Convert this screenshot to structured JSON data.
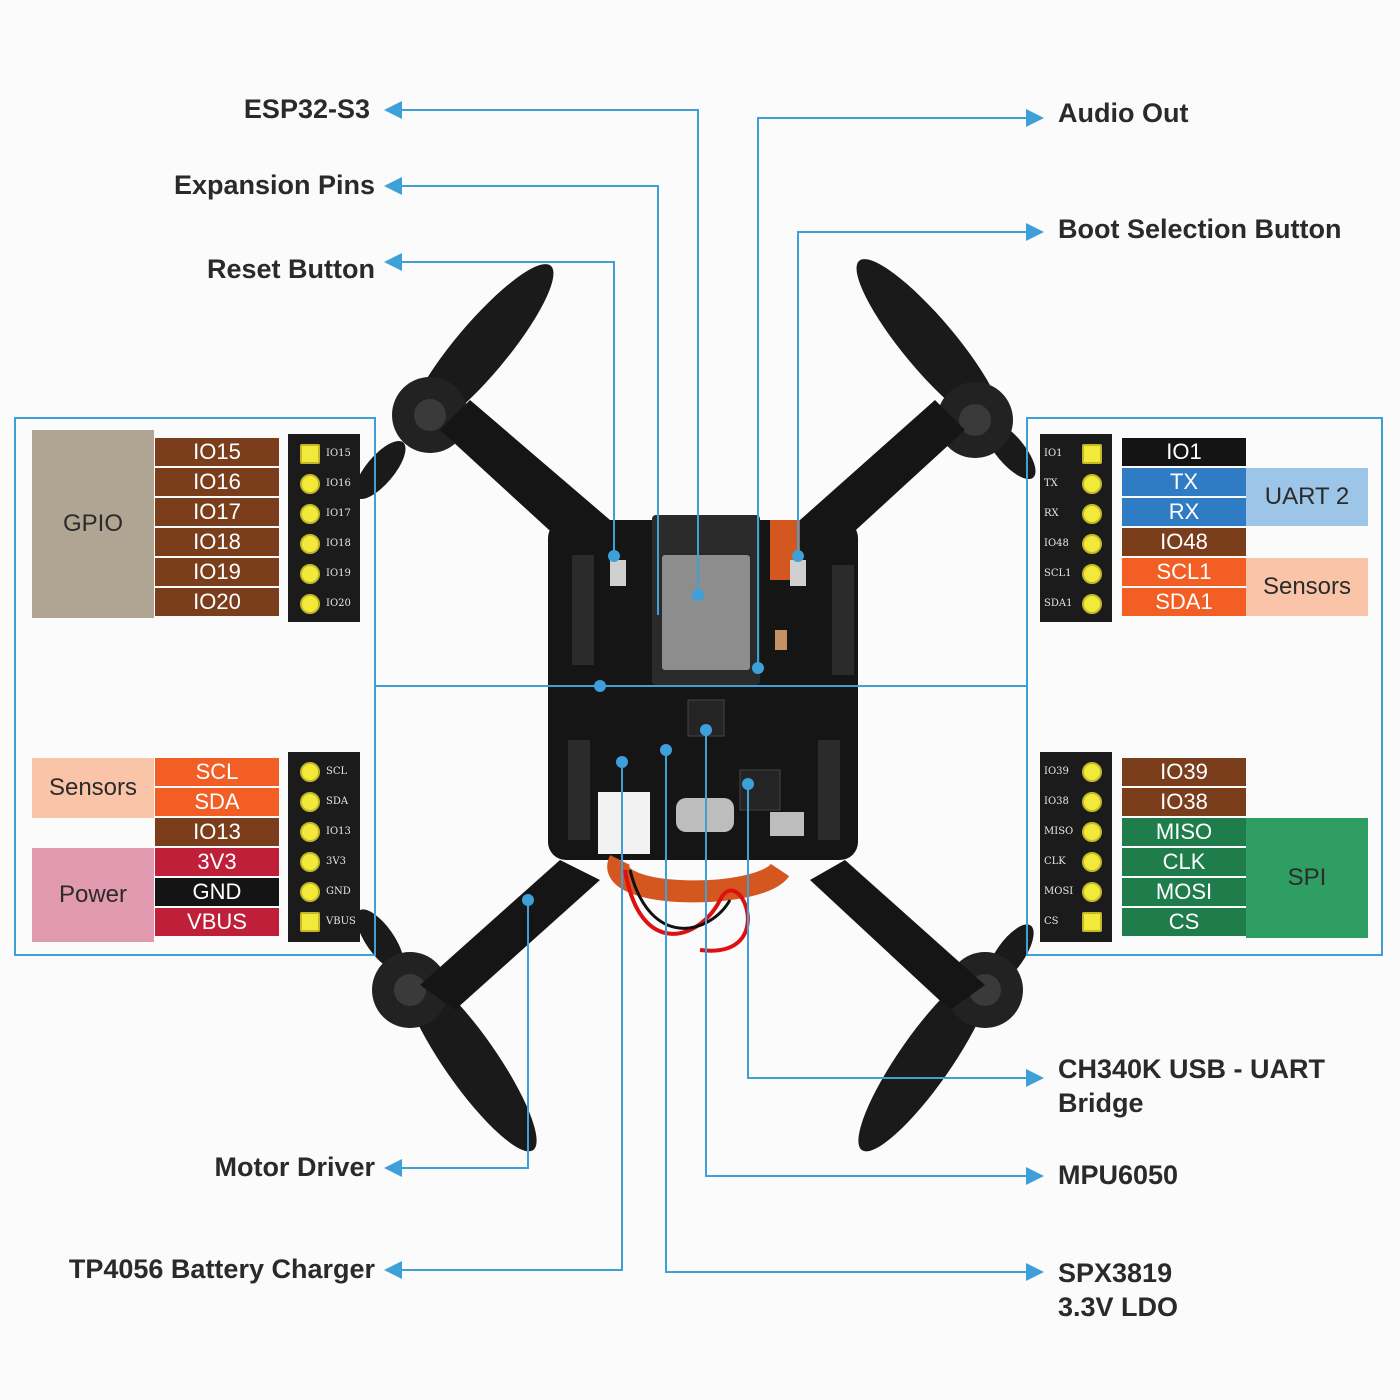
{
  "callouts": {
    "esp32": "ESP32-S3",
    "expansion": "Expansion Pins",
    "reset": "Reset Button",
    "motor_driver": "Motor Driver",
    "tp4056": "TP4056 Battery Charger",
    "audio_out": "Audio Out",
    "boot": "Boot Selection Button",
    "ch340k_l1": "CH340K USB - UART",
    "ch340k_l2": "Bridge",
    "mpu6050": "MPU6050",
    "spx3819_l1": "SPX3819",
    "spx3819_l2": "3.3V LDO"
  },
  "top_left": {
    "group": "GPIO",
    "pins": [
      "IO15",
      "IO16",
      "IO17",
      "IO18",
      "IO19",
      "IO20"
    ],
    "silk": [
      "IO15",
      "IO16",
      "IO17",
      "IO18",
      "IO19",
      "IO20"
    ]
  },
  "bottom_left": {
    "sensors_group": "Sensors",
    "power_group": "Power",
    "pins": [
      "SCL",
      "SDA",
      "IO13",
      "3V3",
      "GND",
      "VBUS"
    ],
    "silk": [
      "SCL",
      "SDA",
      "IO13",
      "3V3",
      "GND",
      "VBUS"
    ]
  },
  "top_right": {
    "uart_group": "UART 2",
    "sensors_group": "Sensors",
    "pins": [
      "IO1",
      "TX",
      "RX",
      "IO48",
      "SCL1",
      "SDA1"
    ],
    "silk": [
      "IO1",
      "TX",
      "RX",
      "IO48",
      "SCL1",
      "SDA1"
    ]
  },
  "bottom_right": {
    "spi_group": "SPI",
    "pins": [
      "IO39",
      "IO38",
      "MISO",
      "CLK",
      "MOSI",
      "CS"
    ],
    "silk": [
      "IO39",
      "IO38",
      "MISO",
      "CLK",
      "MOSI",
      "CS"
    ]
  },
  "colors": {
    "leader": "#3ea0d8",
    "gpio_group": "#b0a592",
    "io_pin": "#7a3e1c",
    "sensor_pin": "#f25e24",
    "sensor_group": "#f9c4a8",
    "power_group": "#e29ab0",
    "v3v3": "#c01f3a",
    "gnd": "#141414",
    "vbus": "#c01f3a",
    "uart_pin": "#2f7cc4",
    "uart_group": "#9cc5e8",
    "io1": "#141414",
    "spi_pin": "#1e7d4b",
    "spi_group": "#2f9e62",
    "header_pin": "#f2ea3a",
    "pcb": "#151515"
  },
  "icons": [
    "arrow-icon",
    "drone-board-image",
    "propeller-icon",
    "usb-c-port-icon",
    "battery-connector-icon"
  ]
}
